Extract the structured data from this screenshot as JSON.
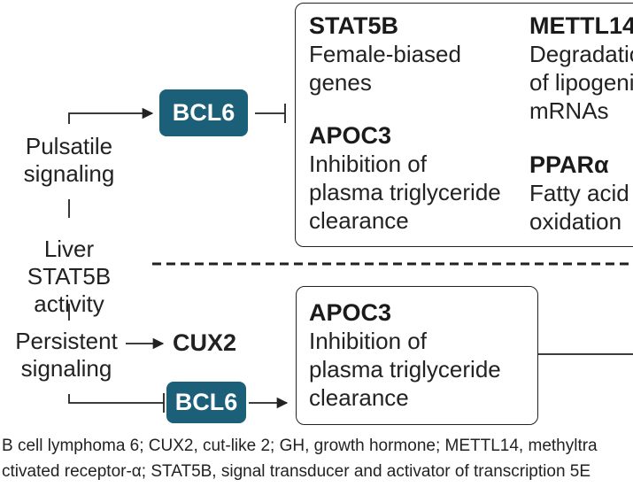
{
  "left": {
    "pulsatile": "Pulsatile\nsignaling",
    "liver": "Liver STAT5B\nactivity",
    "persistent": "Persistent\nsignaling",
    "cux2": "CUX2"
  },
  "pills": {
    "top": "BCL6",
    "bottom": "BCL6"
  },
  "top_box": {
    "entries": [
      {
        "title": "STAT5B",
        "desc": "Female-biased\ngenes"
      },
      {
        "title": "APOC3",
        "desc": "Inhibition of\nplasma triglyceride\nclearance"
      },
      {
        "title": "METTL14",
        "desc": "Degradatio\nof lipogeni\nmRNAs"
      },
      {
        "title": "PPARα",
        "desc": "Fatty acid\noxidation"
      }
    ]
  },
  "bottom_box": {
    "title": "APOC3",
    "desc": "Inhibition of\nplasma triglyceride\nclearance"
  },
  "footnote": {
    "line1": "B cell lymphoma 6; CUX2, cut-like 2; GH, growth hormone; METTL14, methyltra",
    "line2": "ctivated receptor-α; STAT5B, signal transducer and activator of transcription 5E"
  }
}
